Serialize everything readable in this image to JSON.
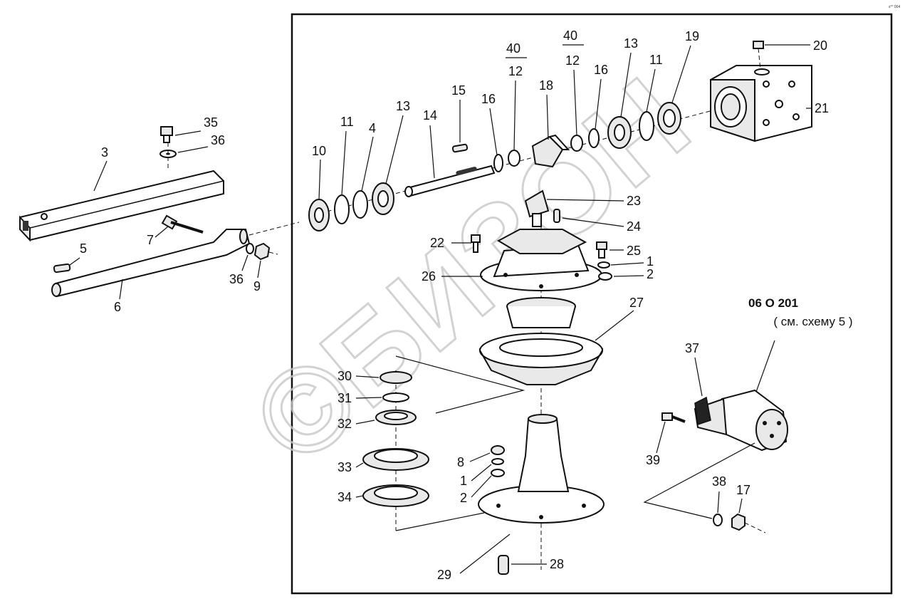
{
  "corner_mark": "s⁰⁰ 004",
  "watermark": "©БИЗОН",
  "kit": {
    "code": "06 O 201",
    "note": "( см. схему 5 )"
  },
  "labels": [
    "1",
    "2",
    "3",
    "4",
    "5",
    "6",
    "7",
    "8",
    "9",
    "10",
    "11",
    "12",
    "13",
    "14",
    "15",
    "16",
    "17",
    "18",
    "19",
    "20",
    "21",
    "22",
    "23",
    "24",
    "25",
    "26",
    "27",
    "28",
    "29",
    "30",
    "31",
    "32",
    "33",
    "34",
    "35",
    "36",
    "37",
    "38",
    "39",
    "40"
  ]
}
